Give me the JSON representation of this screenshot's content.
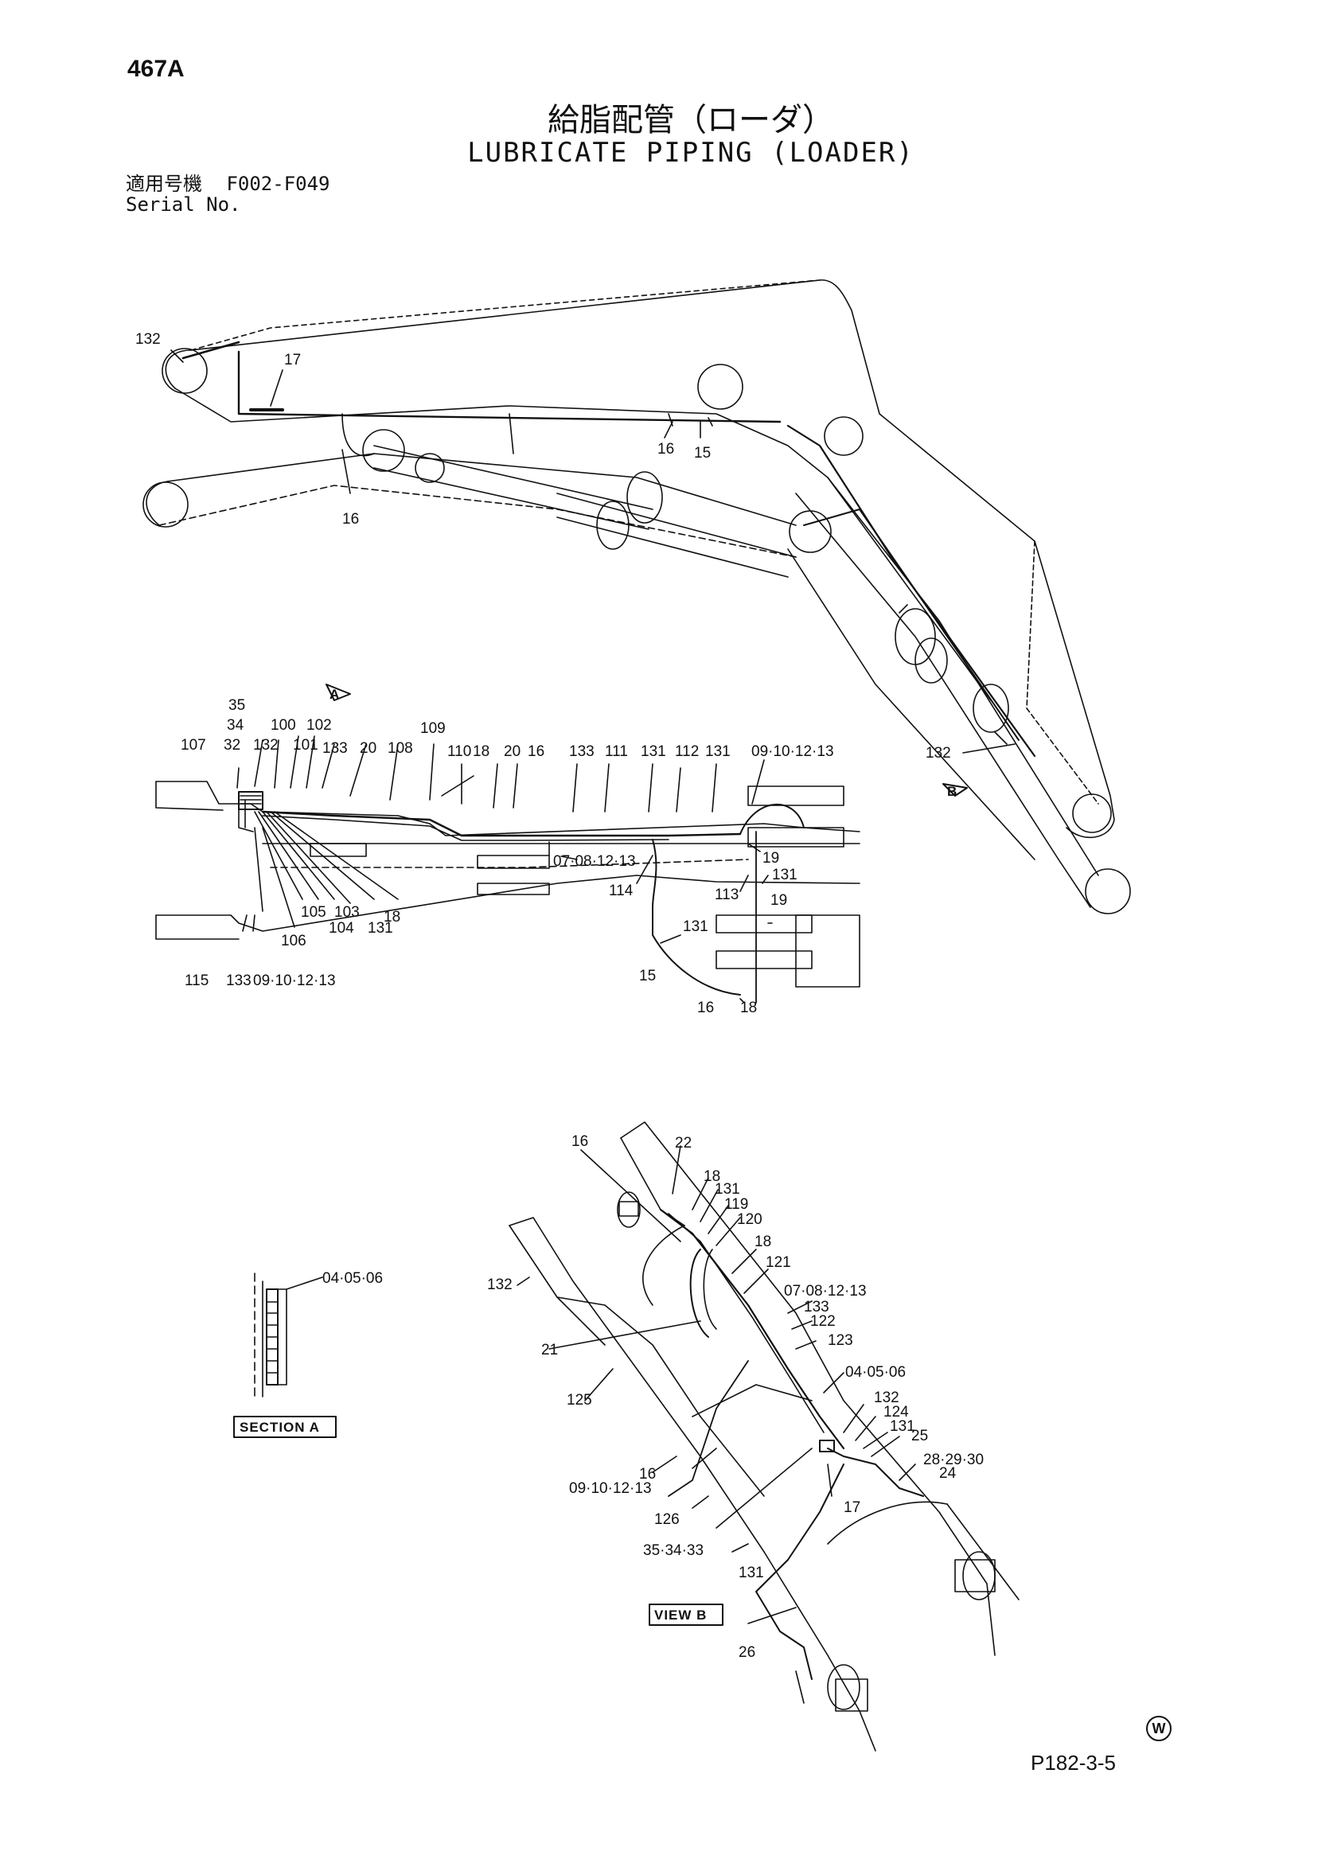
{
  "header": {
    "page_number": "467A",
    "title_jp": "給脂配管（ローダ）",
    "title_en": "LUBRICATE PIPING (LOADER)",
    "serial_label_jp": "適用号機",
    "serial_range": "F002-F049",
    "serial_label_en": "Serial No."
  },
  "views": {
    "section_a_label": "SECTION A",
    "view_b_label": "VIEW B",
    "arrow_a": "A",
    "arrow_b": "B"
  },
  "callouts": {
    "top_view": [
      "132",
      "17",
      "16",
      "16",
      "15",
      "132"
    ],
    "plan_view": [
      "35",
      "34",
      "32",
      "132",
      "100",
      "101",
      "102",
      "133",
      "20",
      "108",
      "109",
      "107",
      "110",
      "18",
      "20",
      "16",
      "133",
      "111",
      "131",
      "112",
      "131",
      "09·10·12·13",
      "07·08·12·13",
      "19",
      "114",
      "113",
      "131",
      "19",
      "131",
      "105",
      "103",
      "104",
      "131",
      "18",
      "106",
      "115",
      "133",
      "09·10·12·13",
      "15",
      "16",
      "18"
    ],
    "section_a": [
      "04·05·06"
    ],
    "view_b": [
      "16",
      "22",
      "18",
      "131",
      "119",
      "120",
      "18",
      "121",
      "132",
      "07·08·12·13",
      "133",
      "122",
      "123",
      "21",
      "04·05·06",
      "125",
      "132",
      "124",
      "131",
      "25",
      "16",
      "28·29·30",
      "09·10·12·13",
      "24",
      "126",
      "17",
      "35·34·33",
      "131",
      "26"
    ]
  },
  "footer": {
    "part_code": "P182-3-5",
    "mark": "W"
  },
  "colors": {
    "ink": "#111111",
    "paper": "#ffffff"
  }
}
